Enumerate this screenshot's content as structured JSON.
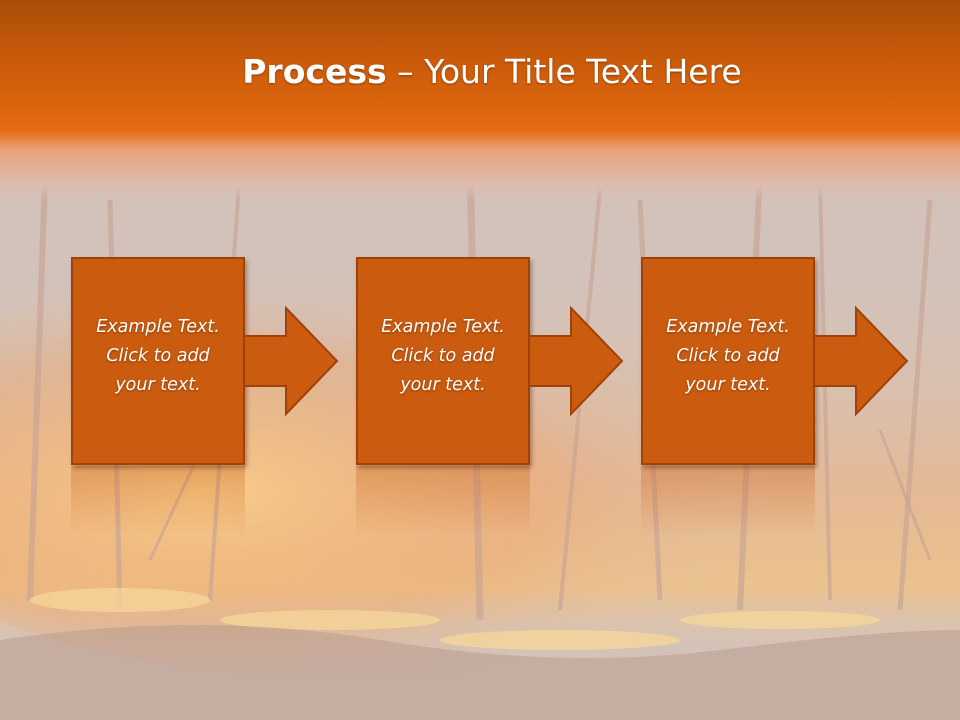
{
  "slide": {
    "title_bold": "Process",
    "title_rest": " – Your Title Text Here",
    "steps": [
      {
        "text": "Example Text.\nClick  to add\nyour text."
      },
      {
        "text": "Example Text.\nClick  to add\nyour text."
      },
      {
        "text": "Example Text.\nClick  to add\nyour text."
      }
    ]
  },
  "colors": {
    "header_orange": "#dd650e",
    "block_fill": "#cb5c0f",
    "block_border": "#9f4208",
    "background": "#cfc3bd"
  },
  "icons": [
    "right-arrow-icon",
    "right-arrow-icon",
    "right-arrow-icon"
  ]
}
